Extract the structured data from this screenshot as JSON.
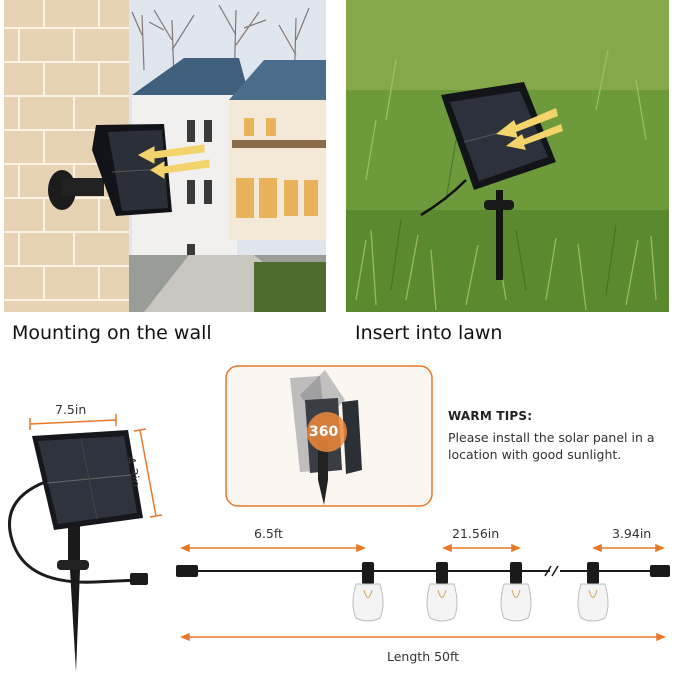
{
  "panels": {
    "wall": {
      "caption": "Mounting on the wall"
    },
    "lawn": {
      "caption": "Insert into lawn"
    }
  },
  "rotation": {
    "badge": "360"
  },
  "tips": {
    "title": "WARM TIPS:",
    "text": "Please install the solar panel in a location with good sunlight."
  },
  "dimensions": {
    "panel_width": "7.5in",
    "panel_height": "4.3in",
    "lead_length": "6.5ft",
    "bulb_spacing": "21.56in",
    "end_length": "3.94in",
    "total_length": "Length 50ft"
  },
  "colors": {
    "accent": "#e8782a",
    "panel": "#1d1f24",
    "grass": "#6d9a3a",
    "wall": "#e8d2b4",
    "sky": "#dfe6ee"
  }
}
